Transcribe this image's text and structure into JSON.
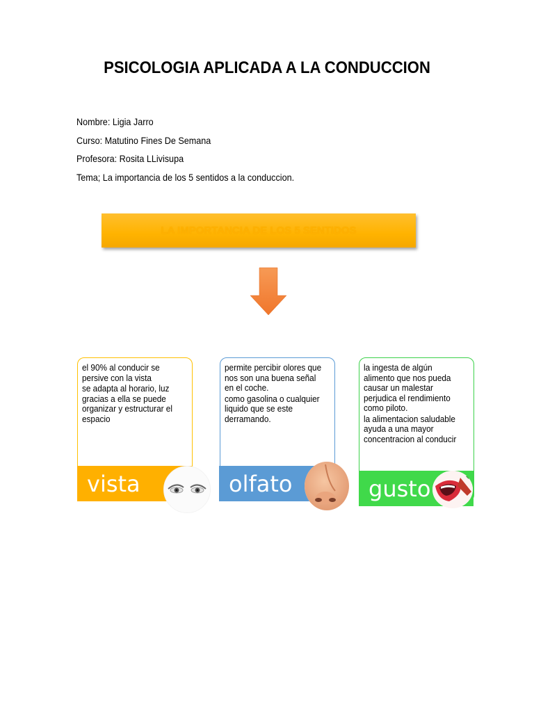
{
  "document": {
    "title": "PSICOLOGIA APLICADA A LA CONDUCCION",
    "info": {
      "nombre": "Nombre: Ligia Jarro",
      "curso": "Curso: Matutino Fines De Semana",
      "profesora": "Profesora: Rosita LLivisupa",
      "tema": "Tema; La importancia de los 5 sentidos a la conduccion."
    }
  },
  "diagram": {
    "banner": "LA IMPORTANCIA DE LOS 5 SENTIDOS",
    "cards": [
      {
        "label": "vista",
        "lines": [
          "el 90% al conducir se persive con la vista",
          "se adapta al horario, luz gracias a ella se puede organizar y estructurar el espacio"
        ],
        "icon": "eyes-icon"
      },
      {
        "label": "olfato",
        "lines": [
          "permite percibir olores que nos son una buena señal en el coche.",
          "como gasolina o cualquier liquido que se este derramando."
        ],
        "icon": "nose-icon"
      },
      {
        "label": "gusto",
        "lines": [
          " la ingesta de algún alimento que nos pueda causar un malestar perjudica el rendimiento como piloto.",
          "la alimentacion saludable ayuda a una mayor concentracion al conducir"
        ],
        "icon": "mouth-icon"
      }
    ],
    "colors": {
      "banner": "#ffb300",
      "arrow": "#f4823a",
      "vista": "#ffb000",
      "olfato": "#5b9bd5",
      "gusto": "#40d94a"
    }
  }
}
